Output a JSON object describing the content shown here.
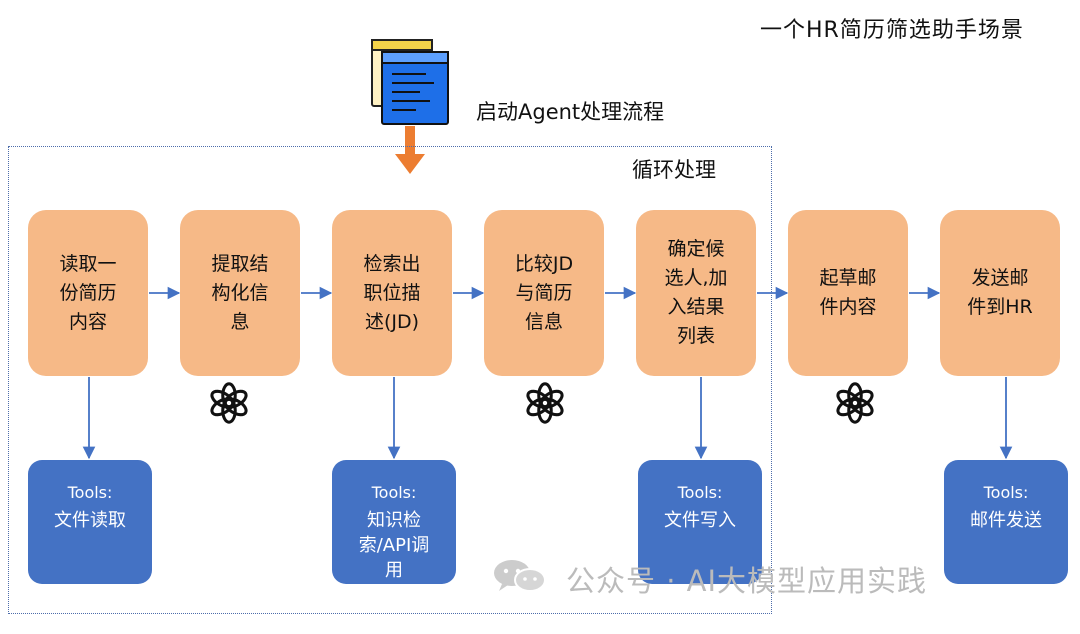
{
  "diagram": {
    "scenario_title": "一个HR简历筛选助手场景",
    "start_label": "启动Agent处理流程",
    "loop_label": "循环处理",
    "steps": [
      "读取一份简历内容",
      "提取结构化信息",
      "检索出职位描述(JD)",
      "比较JD与简历信息",
      "确定候选人,加入结果列表",
      "起草邮件内容",
      "发送邮件到HR"
    ],
    "tools": [
      {
        "label": "Tools:",
        "value": "文件读取"
      },
      {
        "label": "Tools:",
        "value": "知识检索/API调用"
      },
      {
        "label": "Tools:",
        "value": "文件写入"
      },
      {
        "label": "Tools:",
        "value": "邮件发送"
      }
    ],
    "colors": {
      "step_fill": "#f6b987",
      "tool_fill": "#4472c4",
      "arrow": "#4472c4",
      "start_arrow": "#ec7d31"
    },
    "icons": {
      "document": "document-stack-icon",
      "llm": "openai-logo-icon",
      "watermark": "wechat-icon"
    }
  },
  "watermark": {
    "text": "公众号 · AI大模型应用实践"
  }
}
